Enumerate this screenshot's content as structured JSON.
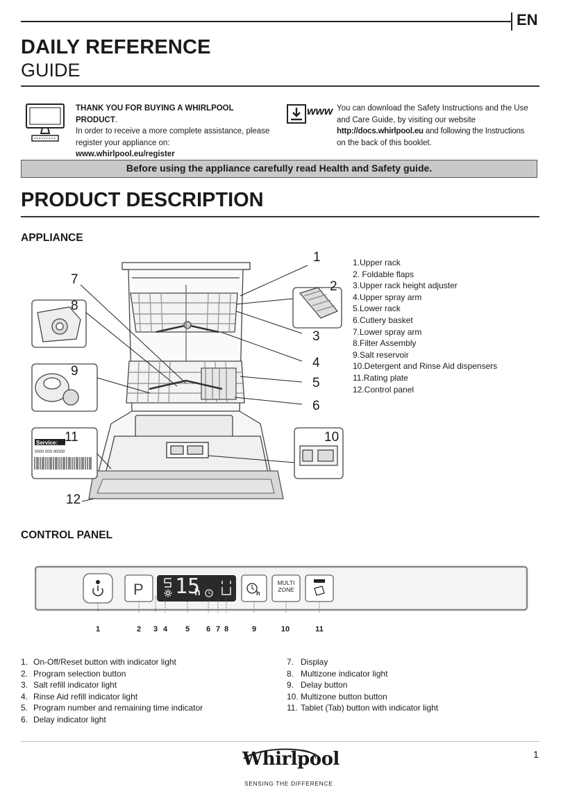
{
  "header": {
    "lang": "EN",
    "title_line1": "DAILY REFERENCE",
    "title_line2": "GUIDE"
  },
  "intro": {
    "left": {
      "bold_line": "THANK YOU FOR BUYING A WHIRLPOOL PRODUCT",
      "line2": "In order to receive a more complete assistance, please",
      "line3": "register your appliance on:",
      "url": "www.whirlpool.eu/register"
    },
    "right": {
      "icon_label": "www",
      "line1": "You can download the Safety Instructions and the Use",
      "line2": "and Care Guide, by visiting our website",
      "url": "http://docs.whirlpool.eu",
      "line3_rest": "and following the Instructions",
      "line4": "on the back of this booklet."
    }
  },
  "banner": "Before using the appliance carefully read Health and Safety guide.",
  "product_description": {
    "heading": "PRODUCT DESCRIPTION",
    "appliance_heading": "APPLIANCE",
    "callouts": [
      "1",
      "2",
      "3",
      "4",
      "5",
      "6",
      "7",
      "8",
      "9",
      "10",
      "11",
      "12"
    ],
    "rating_plate": {
      "service_label": "Service:",
      "service_code": "0000 000 00000"
    },
    "parts": [
      "1.Upper rack",
      "2. Foldable flaps",
      "3.Upper rack height adjuster",
      "4.Upper spray arm",
      "5.Lower rack",
      "6.Cutlery basket",
      "7.Lower spray arm",
      "8.Filter Assembly",
      "9.Salt reservoir",
      "10.Detergent and Rinse Aid dispensers",
      "11.Rating plate",
      "12.Control panel"
    ]
  },
  "control_panel": {
    "heading": "CONTROL PANEL",
    "program_button": "P",
    "display_digits": "15",
    "display_unit": "h",
    "multizone_line1": "MULTI",
    "multizone_line2": "ZONE",
    "delay_icon_unit": "h",
    "panel_numbers": [
      "1",
      "2",
      "3",
      "4",
      "5",
      "6",
      "7",
      "8",
      "9",
      "10",
      "11"
    ],
    "annotations_left": [
      {
        "num": "1.",
        "text": "On-Off/Reset button with indicator light"
      },
      {
        "num": "2.",
        "text": "Program selection button"
      },
      {
        "num": "3.",
        "text": "Salt refill indicator light"
      },
      {
        "num": "4.",
        "text": "Rinse Aid refill indicator light"
      },
      {
        "num": "5.",
        "text": "Program number and remaining time indicator"
      },
      {
        "num": "6.",
        "text": "Delay indicator light"
      }
    ],
    "annotations_right": [
      {
        "num": "7.",
        "text": "Display"
      },
      {
        "num": "8.",
        "text": "Multizone indicator light"
      },
      {
        "num": "9.",
        "text": "Delay button"
      },
      {
        "num": "10.",
        "text": "Multizone button button"
      },
      {
        "num": "11.",
        "text": "Tablet (Tab) button with indicator light"
      }
    ]
  },
  "footer": {
    "page_number": "1",
    "brand": "Whirlpool",
    "tagline": "SENSING THE DIFFERENCE"
  }
}
